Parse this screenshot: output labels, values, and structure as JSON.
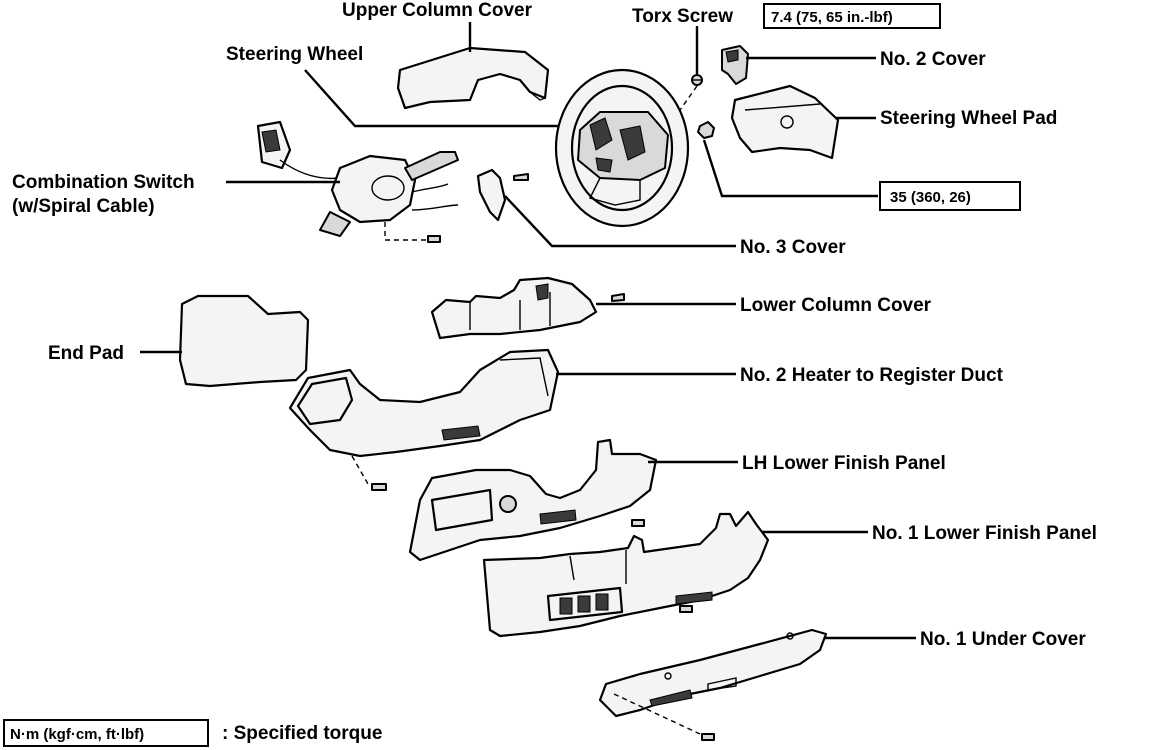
{
  "labels": {
    "upper_column_cover": "Upper Column Cover",
    "torx_screw": "Torx Screw",
    "steering_wheel": "Steering Wheel",
    "no2_cover": "No. 2 Cover",
    "steering_wheel_pad": "Steering Wheel Pad",
    "combination_switch_line1": "Combination Switch",
    "combination_switch_line2": "(w/Spiral Cable)",
    "no3_cover": "No. 3 Cover",
    "lower_column_cover": "Lower Column Cover",
    "end_pad": "End Pad",
    "heater_duct": "No. 2 Heater to Register Duct",
    "lh_lower_finish_panel": "LH Lower Finish Panel",
    "no1_lower_finish_panel": "No. 1 Lower Finish Panel",
    "no1_under_cover": "No. 1 Under Cover"
  },
  "torque": {
    "torx_screw": "7.4 (75, 65 in.-lbf)",
    "steering_wheel_nut": "35 (360, 26)"
  },
  "legend": {
    "unit_box": "N·m (kgf·cm, ft·lbf)",
    "description": ": Specified torque"
  }
}
